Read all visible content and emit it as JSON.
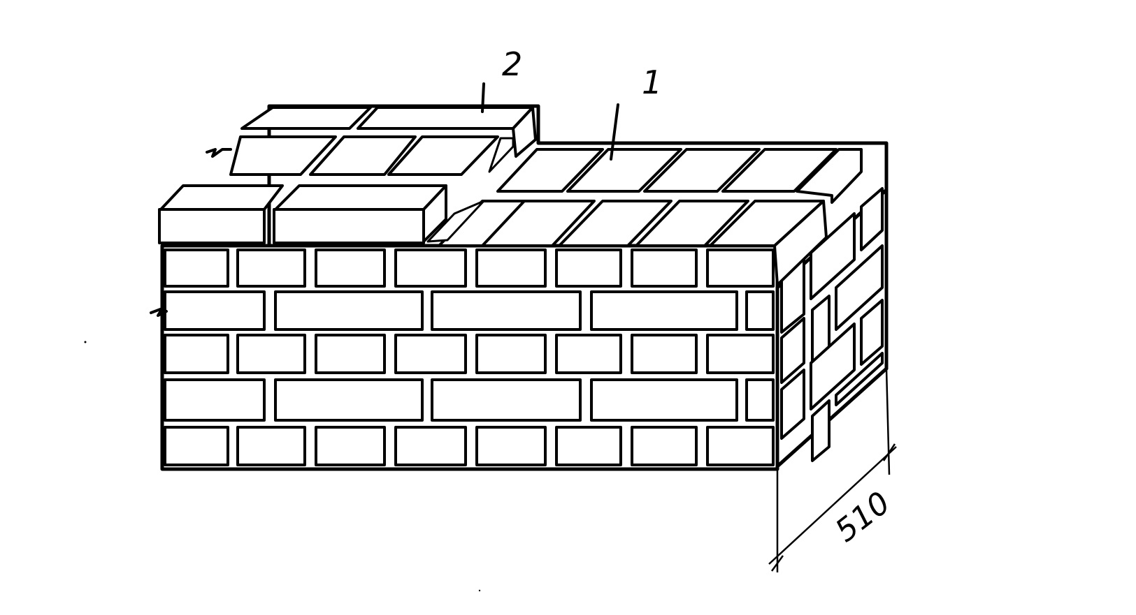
{
  "labels": {
    "callout_1": "1",
    "callout_2": "2",
    "dimension": "510"
  },
  "colors": {
    "ink": "#000000",
    "paper": "#ffffff"
  }
}
